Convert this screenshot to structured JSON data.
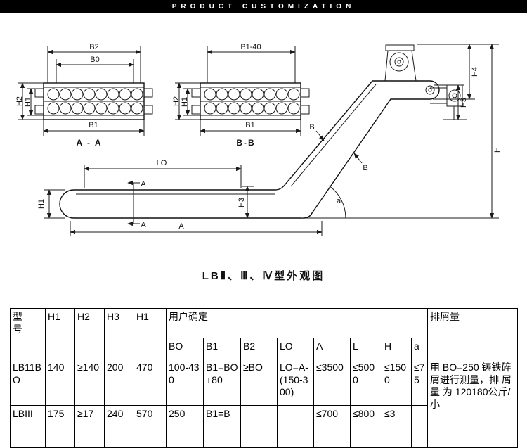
{
  "banner": {
    "title": "PRODUCT CUSTOMIZATION"
  },
  "diagram": {
    "caption": "LBⅡ、Ⅲ、Ⅳ型外观图",
    "section_aa": {
      "label": "A - A",
      "dim_b2": "B2",
      "dim_b0": "B0",
      "dim_b1": "B1",
      "dim_h2": "H2",
      "dim_h1": "H1"
    },
    "section_bb": {
      "label": "B-B",
      "dim_top": "B1-40",
      "dim_b1": "B1",
      "dim_h2": "H2",
      "dim_h1": "H1"
    },
    "side": {
      "dim_h4": "H4",
      "dim_h3_right": "H3",
      "dim_h": "H",
      "dim_b_upper": "B",
      "dim_b_lower": "B",
      "dim_angle": "a",
      "dim_l0": "LO",
      "dim_h1": "H1",
      "dim_h3_mid": "H3",
      "sec_a_top": "A",
      "sec_a_bottom": "A",
      "dim_a": "A"
    }
  },
  "table": {
    "headers": {
      "model": "型号",
      "h1a": "H1",
      "h2": "H2",
      "h3": "H3",
      "h1b": "H1",
      "user": "用户确定",
      "sub": {
        "bo": "BO",
        "b1": "B1",
        "b2": "B2",
        "lo": "LO",
        "a": "A",
        "l": "L",
        "h": "H",
        "alpha": "a"
      },
      "output": "排屑量"
    },
    "rows": [
      {
        "model": "LB11BO",
        "h1a": "140",
        "h2": "≥140",
        "h3": "200",
        "h1b": "470",
        "bo": "100-430",
        "b1": "B1=BO+80",
        "b2": "≥BO",
        "lo": "LO=A-(150-300)",
        "a": "≤3500",
        "l": "≤5000",
        "h": "≤1500",
        "alpha": "≤75",
        "output": "用 BO=250 铸铁碎屑进行测量，排 屑 量 为 120180公斤/小"
      },
      {
        "model": "LBIII",
        "h1a": "175",
        "h2": "≥17",
        "h3": "240",
        "h1b": "570",
        "bo": "250",
        "b1": "B1=B",
        "b2": "",
        "lo": "",
        "a": "≤700",
        "l": "≤800",
        "h": "≤3",
        "alpha": ""
      }
    ]
  }
}
